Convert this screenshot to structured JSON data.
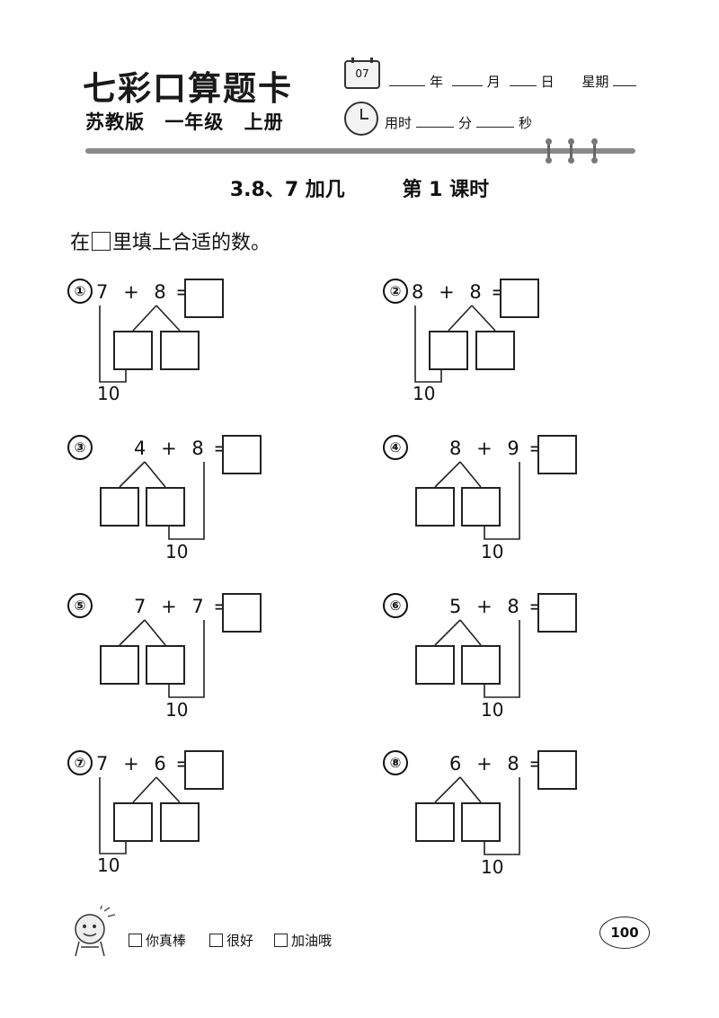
{
  "header": {
    "brand": "七彩口算题卡",
    "edition": [
      "苏教版",
      "一年级",
      "上册"
    ],
    "calendar_number": "07",
    "date_fields": [
      "年",
      "月",
      "日",
      "星期"
    ],
    "time_label": "用时",
    "time_units": [
      "分",
      "秒"
    ]
  },
  "lesson": {
    "topic": "3.8、7 加几",
    "period": "第 1 课时"
  },
  "instruction": {
    "before": "在",
    "after": "里填上合适的数。"
  },
  "problems": [
    {
      "marker": "①",
      "a": "7",
      "b": "8",
      "ten": "10",
      "split": "b"
    },
    {
      "marker": "②",
      "a": "8",
      "b": "8",
      "ten": "10",
      "split": "b"
    },
    {
      "marker": "③",
      "a": "4",
      "b": "8",
      "ten": "10",
      "split": "a"
    },
    {
      "marker": "④",
      "a": "8",
      "b": "9",
      "ten": "10",
      "split": "a"
    },
    {
      "marker": "⑤",
      "a": "7",
      "b": "7",
      "ten": "10",
      "split": "a"
    },
    {
      "marker": "⑥",
      "a": "5",
      "b": "8",
      "ten": "10",
      "split": "a"
    },
    {
      "marker": "⑦",
      "a": "7",
      "b": "6",
      "ten": "10",
      "split": "b"
    },
    {
      "marker": "⑧",
      "a": "6",
      "b": "8",
      "ten": "10",
      "split": "a"
    }
  ],
  "footer": {
    "evaluations": [
      "你真棒",
      "很好",
      "加油哦"
    ],
    "page_number": "100"
  }
}
